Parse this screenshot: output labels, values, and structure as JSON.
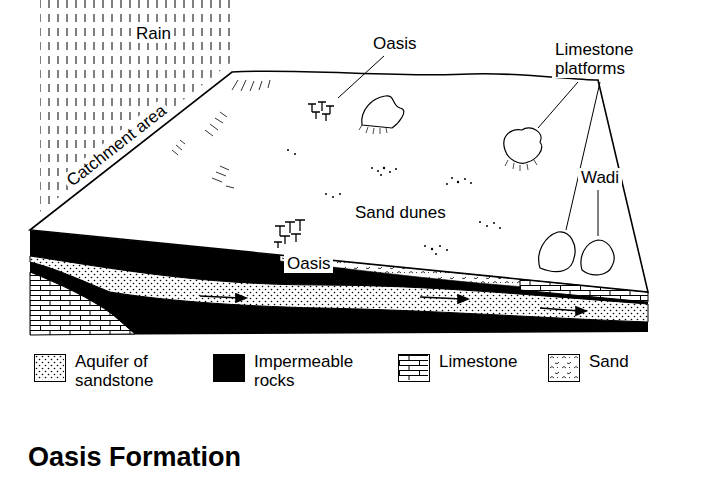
{
  "diagram": {
    "title": "Oasis Formation",
    "labels": [
      "Rain",
      "Oasis",
      "Limestone platforms",
      "Catchment area",
      "Wadi",
      "Sand dunes",
      "Oasis"
    ],
    "legend": [
      {
        "text": "Aquifer of sandstone"
      },
      {
        "text": "Impermeable rocks",
        "color": "#000000"
      },
      {
        "text": "Limestone"
      },
      {
        "text": "Sand"
      }
    ]
  }
}
